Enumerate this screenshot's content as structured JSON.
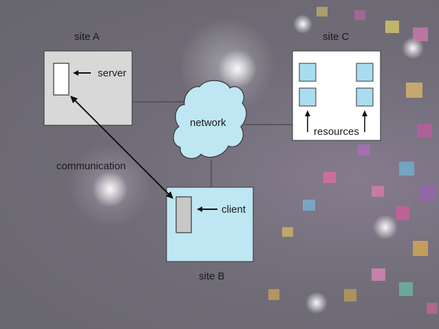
{
  "diagram": {
    "site_a_label": "site A",
    "site_b_label": "site B",
    "site_c_label": "site C",
    "server_label": "server",
    "client_label": "client",
    "network_label": "network",
    "resources_label": "resources",
    "communication_label": "communication"
  },
  "colors": {
    "site_a_fill": "#d8d8d8",
    "site_b_fill": "#bfe6f3",
    "site_c_fill": "#ffffff",
    "network_fill": "#bfe6f3",
    "resource_fill": "#a9dcef",
    "client_fill": "#c8c8c8",
    "server_fill": "#ffffff"
  }
}
